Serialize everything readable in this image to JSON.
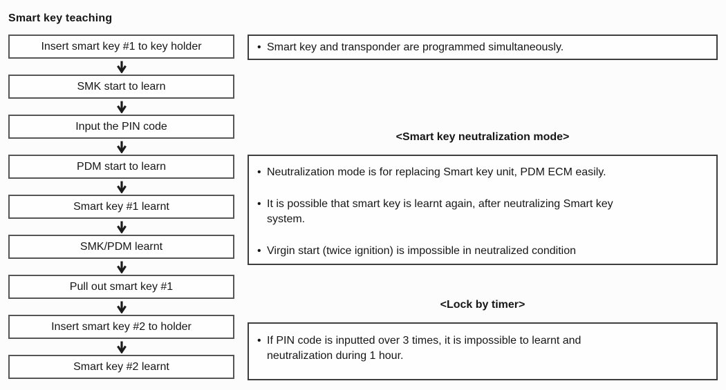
{
  "page": {
    "title": "Smart key teaching"
  },
  "glyphs": {
    "bullet": "•"
  },
  "flowchart": {
    "steps": [
      "Insert smart key #1 to key holder",
      "SMK start to learn",
      "Input the PIN code",
      "PDM start to learn",
      "Smart key #1 learnt",
      "SMK/PDM learnt",
      "Pull out smart key #1",
      "Insert smart key #2 to holder",
      "Smart key #2 learnt"
    ]
  },
  "notes": {
    "programming": {
      "items": [
        "Smart key and transponder are programmed simultaneously."
      ]
    },
    "neutralization": {
      "heading": "<Smart key neutralization mode>",
      "items": [
        "Neutralization mode is for replacing Smart key unit, PDM ECM easily.",
        "It is possible that smart key is learnt again, after neutralizing Smart key\nsystem.",
        "Virgin start (twice ignition) is impossible in neutralized condition"
      ]
    },
    "lock_by_timer": {
      "heading": "<Lock by timer>",
      "items": [
        "If PIN code is inputted over 3 times, it is impossible to learnt and\nneutralization during 1 hour."
      ]
    }
  },
  "colors": {
    "background": "#fcfcfc",
    "box_border": "#3d3d3d",
    "text": "#161616"
  }
}
